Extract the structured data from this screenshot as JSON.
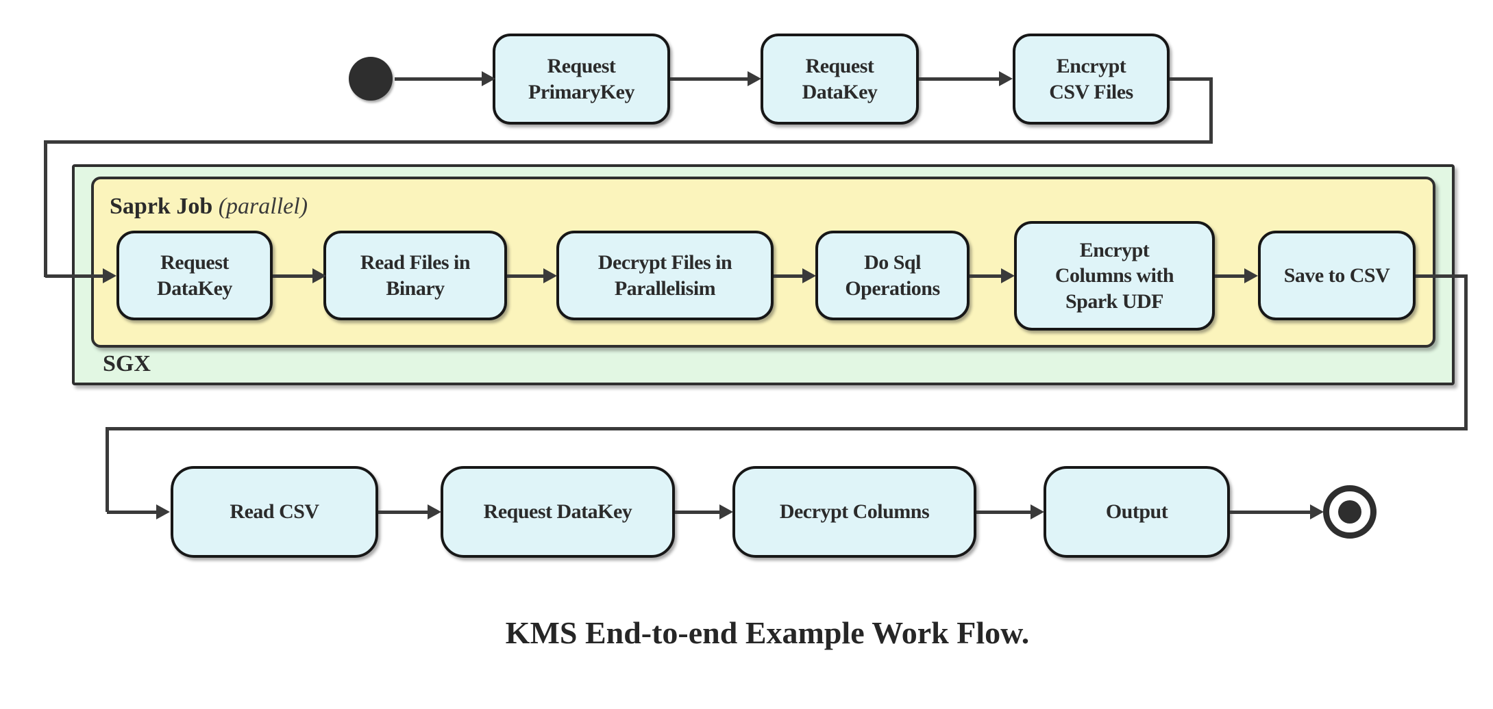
{
  "caption": "KMS End-to-end Example Work Flow.",
  "colors": {
    "activity_fill": "#DFF4F8",
    "activity_border": "#171717",
    "sgx_fill": "#E2F7E3",
    "spark_fill": "#FBF4BC",
    "container_border": "#2F2F2F",
    "edge": "#3A3A3A",
    "text": "#2B2B2B"
  },
  "groups": {
    "sgx": {
      "label": "SGX"
    },
    "spark": {
      "label": "Saprk Job",
      "qualifier": "(parallel)"
    }
  },
  "nodes": {
    "start": "initial-state",
    "end": "final-state",
    "top": [
      {
        "label": "Request\nPrimaryKey"
      },
      {
        "label": "Request\nDataKey"
      },
      {
        "label": "Encrypt\nCSV Files"
      }
    ],
    "spark": [
      {
        "label": "Request\nDataKey"
      },
      {
        "label": "Read Files in\nBinary"
      },
      {
        "label": "Decrypt Files in\nParallelisim"
      },
      {
        "label": "Do Sql\nOperations"
      },
      {
        "label": "Encrypt\nColumns with\nSpark UDF"
      },
      {
        "label": "Save to CSV"
      }
    ],
    "bottom": [
      {
        "label": "Read CSV"
      },
      {
        "label": "Request DataKey"
      },
      {
        "label": "Decrypt Columns"
      },
      {
        "label": "Output"
      }
    ]
  },
  "edges": [
    {
      "from": "start",
      "to": "Request PrimaryKey"
    },
    {
      "from": "Request PrimaryKey",
      "to": "Request DataKey"
    },
    {
      "from": "Request DataKey",
      "to": "Encrypt CSV Files"
    },
    {
      "from": "Encrypt CSV Files",
      "to": "Request DataKey (SGX)"
    },
    {
      "from": "Request DataKey (SGX)",
      "to": "Read Files in Binary"
    },
    {
      "from": "Read Files in Binary",
      "to": "Decrypt Files in Parallelisim"
    },
    {
      "from": "Decrypt Files in Parallelisim",
      "to": "Do Sql Operations"
    },
    {
      "from": "Do Sql Operations",
      "to": "Encrypt Columns with Spark UDF"
    },
    {
      "from": "Encrypt Columns with Spark UDF",
      "to": "Save to CSV"
    },
    {
      "from": "Save to CSV",
      "to": "Read CSV"
    },
    {
      "from": "Read CSV",
      "to": "Request DataKey (out)"
    },
    {
      "from": "Request DataKey (out)",
      "to": "Decrypt Columns"
    },
    {
      "from": "Decrypt Columns",
      "to": "Output"
    },
    {
      "from": "Output",
      "to": "end"
    }
  ]
}
